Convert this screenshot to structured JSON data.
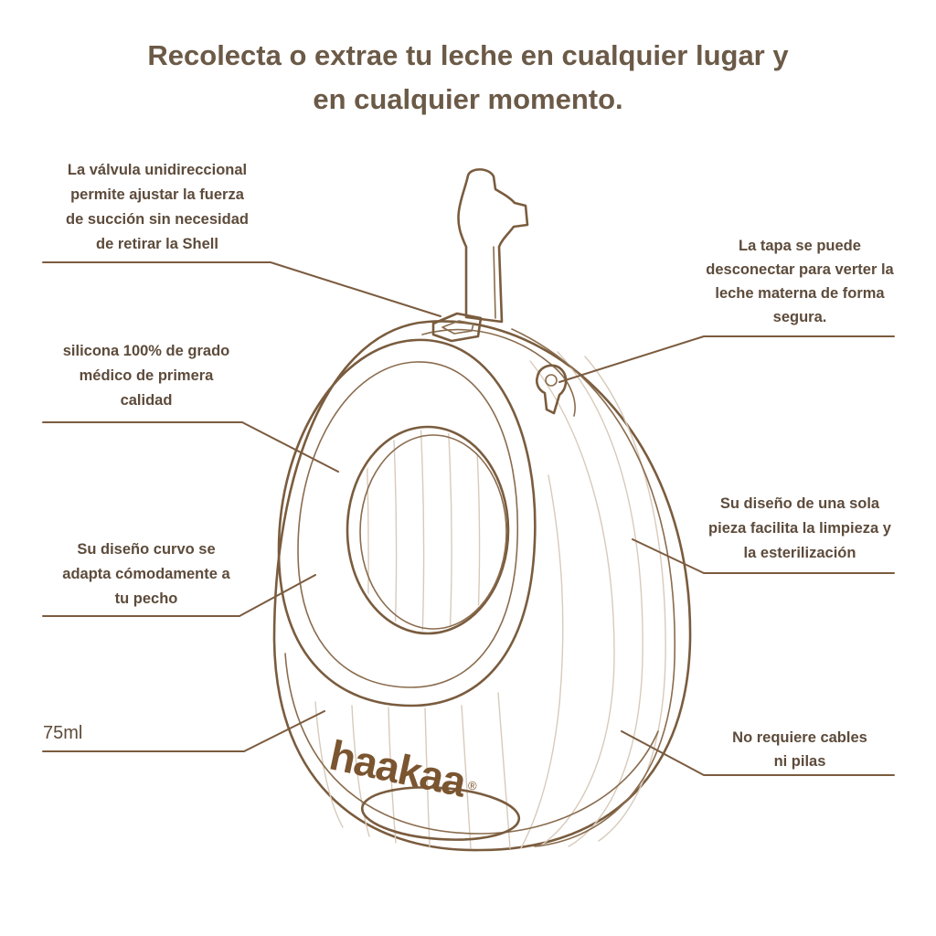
{
  "title": {
    "line1": "Recolecta o extrae tu leche en cualquier lugar y",
    "line2": "en cualquier momento."
  },
  "callouts": {
    "valve": {
      "lines": [
        "La válvula unidireccional",
        "permite ajustar la fuerza",
        "de succión sin necesidad",
        "de retirar la Shell"
      ]
    },
    "silicone": {
      "lines": [
        "silicona 100% de grado",
        "médico de primera",
        "calidad"
      ]
    },
    "curved": {
      "lines": [
        "Su diseño curvo se",
        "adapta cómodamente a",
        "tu pecho"
      ]
    },
    "lid": {
      "lines": [
        "La tapa se puede",
        "desconectar para verter la",
        "leche materna de forma",
        "segura."
      ]
    },
    "one_piece": {
      "lines": [
        "Su diseño de una sola",
        "pieza facilita la limpieza y",
        "la esterilización"
      ]
    },
    "no_cables": {
      "lines": [
        "No requiere cables",
        "ni pilas"
      ]
    }
  },
  "capacity": "75ml",
  "logo": {
    "text": "haakaa",
    "mark": "®"
  },
  "colors": {
    "title": "#6b5a47",
    "text": "#5d4b3b",
    "line": "#7b5b3f",
    "logo": "#7a5530",
    "background": "#ffffff"
  }
}
